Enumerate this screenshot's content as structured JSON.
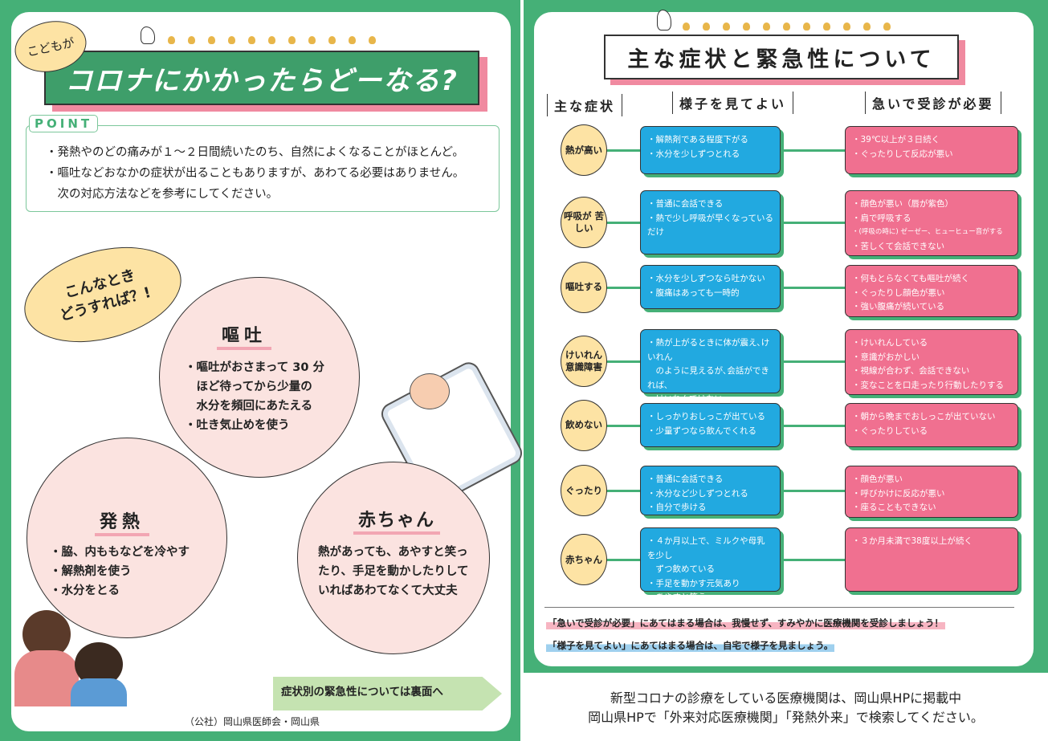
{
  "left": {
    "bubble": "こどもが",
    "title": "コロナにかかったらどーなる?",
    "point_label": "POINT",
    "points": [
      "・発熱やのどの痛みが１～２日間続いたのち、自然によくなることがほとんど。",
      "・嘔吐などおなかの症状が出ることもありますが、あわてる必要はありません。",
      "　次の対応方法などを参考にしてください。"
    ],
    "question": [
      "こんなとき",
      "どうすれば？!"
    ],
    "vomit": {
      "title": "嘔吐",
      "items": [
        "・嘔吐がおさまって 30 分",
        "　ほど待ってから少量の",
        "　水分を頻回にあたえる",
        "・吐き気止めを使う"
      ]
    },
    "fever": {
      "title": "発熱",
      "items": [
        "・脇、内ももなどを冷やす",
        "・解熱剤を使う",
        "・水分をとる"
      ]
    },
    "baby": {
      "title": "赤ちゃん",
      "items": [
        "熱があっても、あやすと笑っ",
        "たり、手足を動かしたりして",
        "いればあわてなくて大丈夫"
      ]
    },
    "next": "症状別の緊急性については裏面へ",
    "credit": "（公社）岡山県医師会・岡山県"
  },
  "right": {
    "title": "主な症状と緊急性について",
    "headers": [
      "主な症状",
      "様子を見てよい",
      "急いで受診が必要"
    ],
    "rows": [
      {
        "symptom": "熱が高い",
        "ok": [
          "・解熱剤である程度下がる",
          "・水分を少しずつとれる"
        ],
        "urgent": [
          "・39℃以上が３日続く",
          "・ぐったりして反応が悪い"
        ]
      },
      {
        "symptom": "呼吸が 苦しい",
        "ok": [
          "・普通に会話できる",
          "・熱で少し呼吸が早くなっているだけ"
        ],
        "urgent": [
          "・顔色が悪い（唇が紫色）",
          "・肩で呼吸する",
          "・(呼吸の時に) ゼーゼー、ヒューヒュー音がする",
          "・苦しくて会話できない"
        ]
      },
      {
        "symptom": "嘔吐する",
        "ok": [
          "・水分を少しずつなら吐かない",
          "・腹痛はあっても一時的"
        ],
        "urgent": [
          "・何もとらなくても嘔吐が続く",
          "・ぐったりし顔色が悪い",
          "・強い腹痛が続いている"
        ]
      },
      {
        "symptom": "けいれん 意識障害",
        "ok": [
          "・熱が上がるときに体が震え､けいれん",
          "　のように見えるが､会話ができれば､",
          "　けいれんではない"
        ],
        "urgent": [
          "・けいれんしている",
          "・意識がおかしい",
          "・視線が合わず、会話できない",
          "・変なことを口走ったり行動したりする"
        ]
      },
      {
        "symptom": "飲めない",
        "ok": [
          "・しっかりおしっこが出ている",
          "・少量ずつなら飲んでくれる"
        ],
        "urgent": [
          "・朝から晩までおしっこが出ていない",
          "・ぐったりしている"
        ]
      },
      {
        "symptom": "ぐったり",
        "ok": [
          "・普通に会話できる",
          "・水分など少しずつとれる",
          "・自分で歩ける"
        ],
        "urgent": [
          "・顔色が悪い",
          "・呼びかけに反応が悪い",
          "・座ることもできない"
        ]
      },
      {
        "symptom": "赤ちゃん",
        "ok": [
          "・４か月以上で、ミルクや母乳を少し",
          "　ずつ飲めている",
          "・手足を動かす元気あり",
          "・あやすと笑う"
        ],
        "urgent": [
          "・３か月未満で38度以上が続く"
        ]
      }
    ],
    "note_urgent": "「急いで受診が必要」にあてはまる場合は、我慢せず、すみやかに医療機関を受診しましょう！",
    "note_ok": "「様子を見てよい」にあてはまる場合は、自宅で様子を見ましょう。",
    "footer": [
      "新型コロナの診療をしている医療機関は、岡山県HPに掲載中",
      "岡山県HPで「外来対応医療機関」「発熱外来」で検索してください。"
    ]
  },
  "colors": {
    "green": "#45b077",
    "blue": "#22a9e0",
    "pink": "#f07090",
    "yellow": "#fde3a4"
  }
}
